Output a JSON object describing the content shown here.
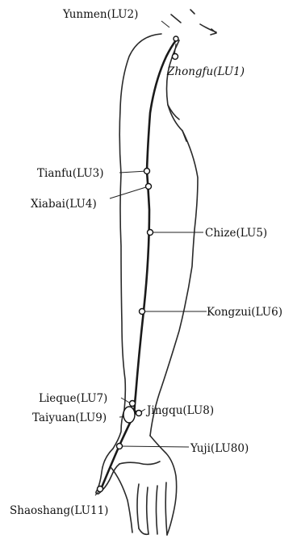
{
  "points": [
    {
      "key": "yunmen",
      "label": "Yunmen(LU2)"
    },
    {
      "key": "zhongfu",
      "label": "Zhongfu(LU1)"
    },
    {
      "key": "tianfu",
      "label": "Tianfu(LU3)"
    },
    {
      "key": "xiabai",
      "label": "Xiabai(LU4)"
    },
    {
      "key": "chize",
      "label": "Chize(LU5)"
    },
    {
      "key": "kongzui",
      "label": "Kongzui(LU6)"
    },
    {
      "key": "lieque",
      "label": "Lieque(LU7)"
    },
    {
      "key": "jingqu",
      "label": "Jingqu(LU8)"
    },
    {
      "key": "taiyuan",
      "label": "Taiyuan(LU9)"
    },
    {
      "key": "yuji",
      "label": "Yuji(LU80)"
    },
    {
      "key": "shaoshang",
      "label": "Shaoshang(LU11)"
    }
  ]
}
